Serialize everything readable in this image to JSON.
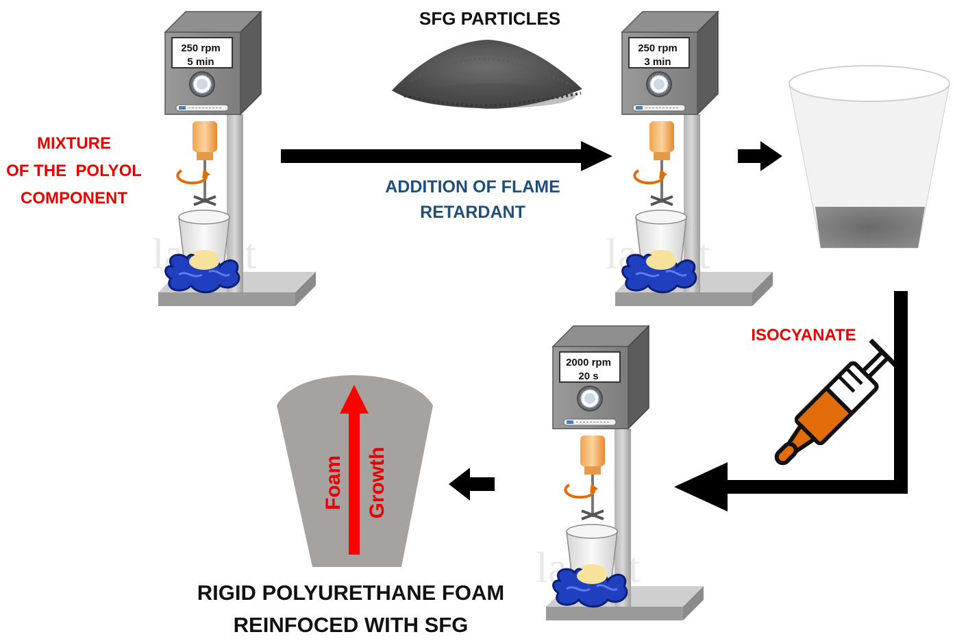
{
  "labels": {
    "sfg_particles": "SFG PARTICLES",
    "mixture_line1": "MIXTURE",
    "mixture_line2": "OF THE  POLYOL",
    "mixture_line3": "COMPONENT",
    "flame_line1": "ADDITION OF FLAME",
    "flame_line2": "RETARDANT",
    "isocyanate": "ISOCYANATE",
    "foam_word": "Foam",
    "growth_word": "Growth",
    "result_line1": "RIGID POLYURETHANE FOAM",
    "result_line2": "REINFOCED WITH SFG"
  },
  "mixers": [
    {
      "speed": "250 rpm",
      "time": "5 min"
    },
    {
      "speed": "250 rpm",
      "time": "3 min"
    },
    {
      "speed": "2000 rpm",
      "time": "20 s"
    }
  ],
  "watermark": "lacent",
  "colors": {
    "red_text": "#e60000",
    "blue_text": "#1f4e79",
    "syringe_orange": "#e36c0a",
    "clamp_blue": "#1f3fbf",
    "arrow_black": "#000000",
    "growth_arrow": "#ff0000",
    "foam_gray": "#a6a2a0"
  }
}
